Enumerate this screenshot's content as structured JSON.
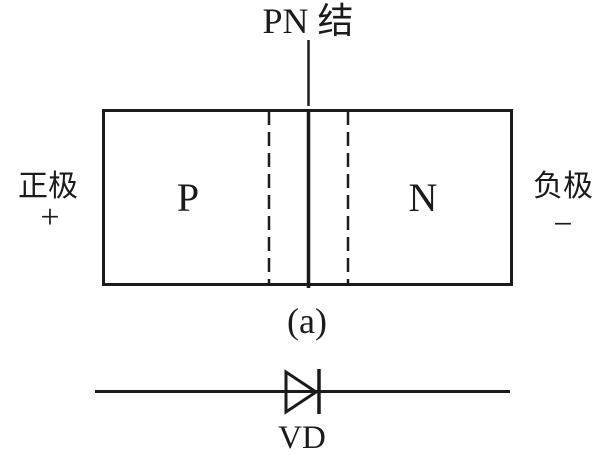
{
  "figure": {
    "top_label": "PN 结",
    "p_region_label": "P",
    "n_region_label": "N",
    "positive_terminal": {
      "label": "正极",
      "sign": "+"
    },
    "negative_terminal": {
      "label": "负极",
      "sign": "−"
    },
    "subfigure_caption": "(a)",
    "diode_designator": "VD"
  },
  "colors": {
    "stroke": "#1b1b1b",
    "background": "#ffffff"
  }
}
